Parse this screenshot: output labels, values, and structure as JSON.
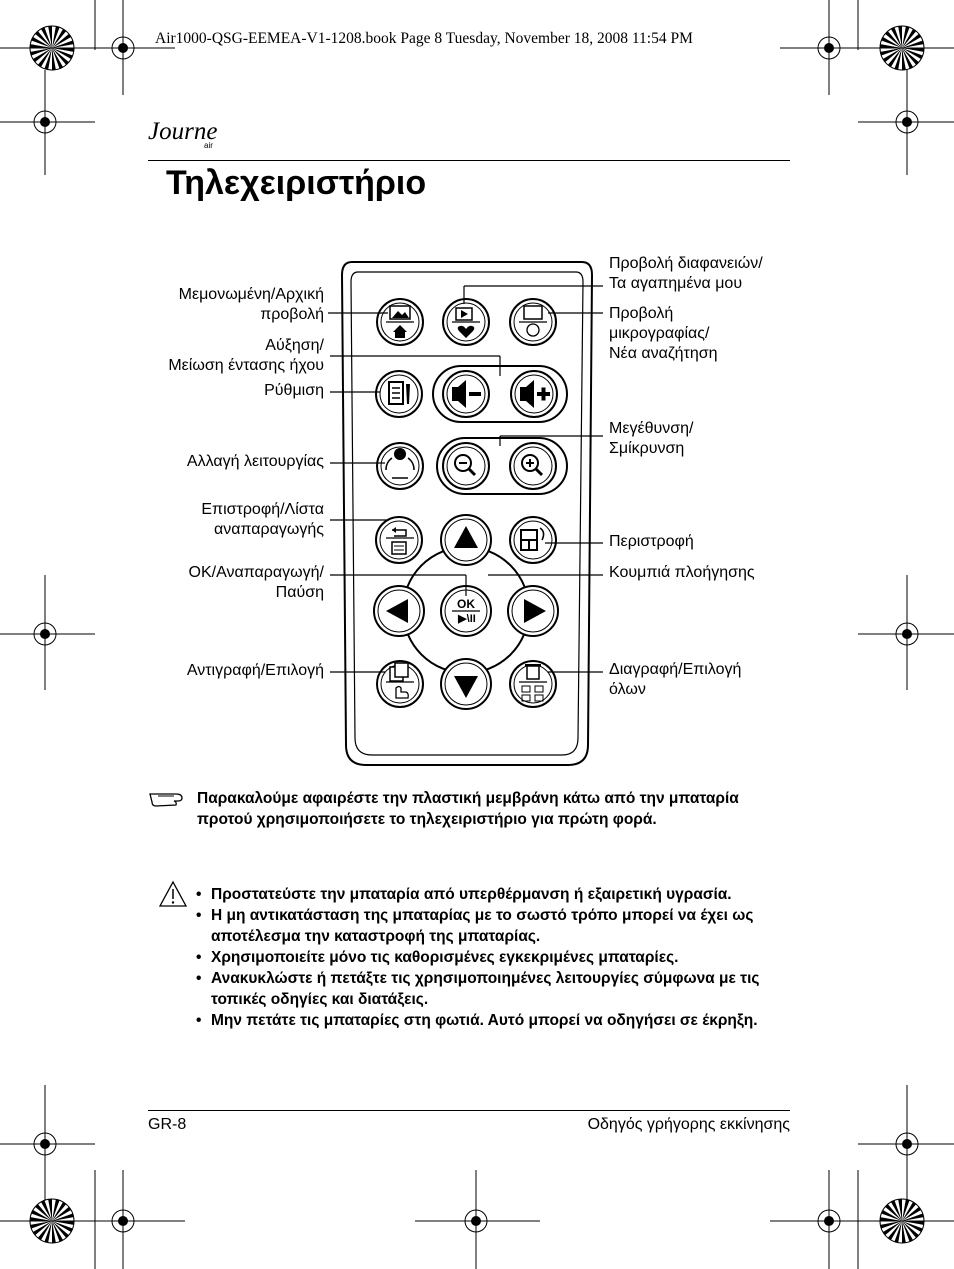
{
  "header": {
    "print_line": "Air1000-QSG-EEMEA-V1-1208.book  Page 8  Tuesday, November 18, 2008  11:54 PM"
  },
  "brand": {
    "logo_text": "Journe",
    "logo_sub": "air"
  },
  "page_title": "Τηλεχειριστήριο",
  "labels_left": [
    [
      "Μεμονωμένη/Αρχική",
      "προβολή"
    ],
    [
      "Αύξηση/",
      "Μείωση έντασης ήχου"
    ],
    [
      "Ρύθμιση"
    ],
    [
      "Αλλαγή λειτουργίας"
    ],
    [
      "Επιστροφή/Λίστα",
      "αναπαραγωγής"
    ],
    [
      "OK/Αναπαραγωγή/",
      "Παύση"
    ],
    [
      "Αντιγραφή/Επιλογή"
    ]
  ],
  "labels_right": [
    [
      "Προβολή διαφανειών/",
      "Τα αγαπημένα μου"
    ],
    [
      "Προβολή",
      "μικρογραφίας/",
      "Νέα αναζήτηση"
    ],
    [
      "Μεγέθυνση/",
      "Σμίκρυνση"
    ],
    [
      "Περιστροφή"
    ],
    [
      "Κουμπιά πλοήγησης"
    ],
    [
      "Διαγραφή/Επιλογή",
      "όλων"
    ]
  ],
  "remote": {
    "ok_label": "OK",
    "play_pause_label": "▶\\II"
  },
  "note_text": "Παρακαλούμε αφαιρέστε την πλαστική μεμβράνη κάτω από την μπαταρία προτού χρησιμοποιήσετε το τηλεχειριστήριο για πρώτη φορά.",
  "warnings": [
    "Προστατεύστε την μπαταρία από υπερθέρμανση ή εξαιρετική υγρασία.",
    "Η μη αντικατάσταση της μπαταρίας με το σωστό τρόπο μπορεί να έχει ως αποτέλεσμα την καταστροφή της μπαταρίας.",
    "Χρησιμοποιείτε μόνο τις καθορισμένες εγκεκριμένες μπαταρίες.",
    "Ανακυκλώστε ή πετάξτε τις χρησιμοποιημένες λειτουργίες σύμφωνα με τις τοπικές οδηγίες και διατάξεις.",
    "Μην πετάτε τις μπαταρίες στη φωτιά. Αυτό μπορεί να οδηγήσει σε έκρηξη."
  ],
  "footer": {
    "page_number": "GR-8",
    "guide_name": "Οδηγός γρήγορης εκκίνησης"
  }
}
